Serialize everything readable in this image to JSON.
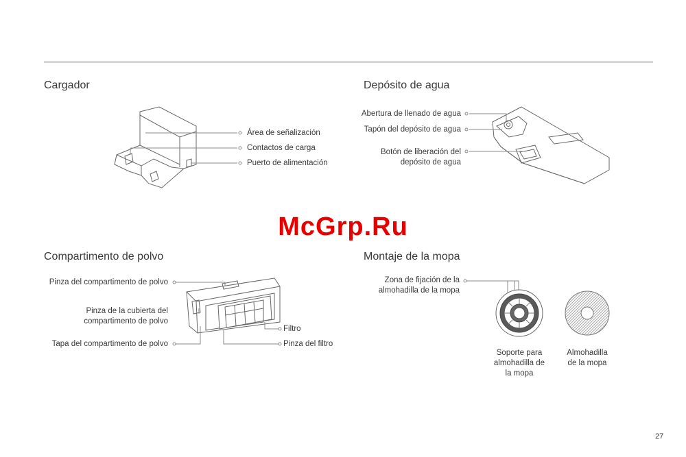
{
  "page_number": "27",
  "watermark": "McGrp.Ru",
  "sections": {
    "cargador": {
      "title": "Cargador",
      "labels": {
        "signal_area": "Área de señalización",
        "charging_contacts": "Contactos de carga",
        "power_port": "Puerto de alimentación"
      }
    },
    "deposito": {
      "title": "Depósito de agua",
      "labels": {
        "fill_opening": "Abertura de llenado de agua",
        "tank_cap": "Tapón del depósito de agua",
        "release_button_1": "Botón de liberación del",
        "release_button_2": "depósito de agua"
      }
    },
    "polvo": {
      "title": "Compartimento de polvo",
      "labels": {
        "bin_clip": "Pinza del compartimento de polvo",
        "cover_clip_1": "Pinza de la cubierta del",
        "cover_clip_2": "compartimento de polvo",
        "bin_lid": "Tapa del compartimento de polvo",
        "filter": "Filtro",
        "filter_clip": "Pinza del filtro"
      }
    },
    "mopa": {
      "title": "Montaje de la mopa",
      "labels": {
        "attach_zone_1": "Zona de fijación de la",
        "attach_zone_2": "almohadilla de la mopa",
        "holder_1": "Soporte para",
        "holder_2": "almohadilla de",
        "holder_3": "la mopa",
        "pad_1": "Almohadilla",
        "pad_2": "de la mopa"
      }
    }
  }
}
